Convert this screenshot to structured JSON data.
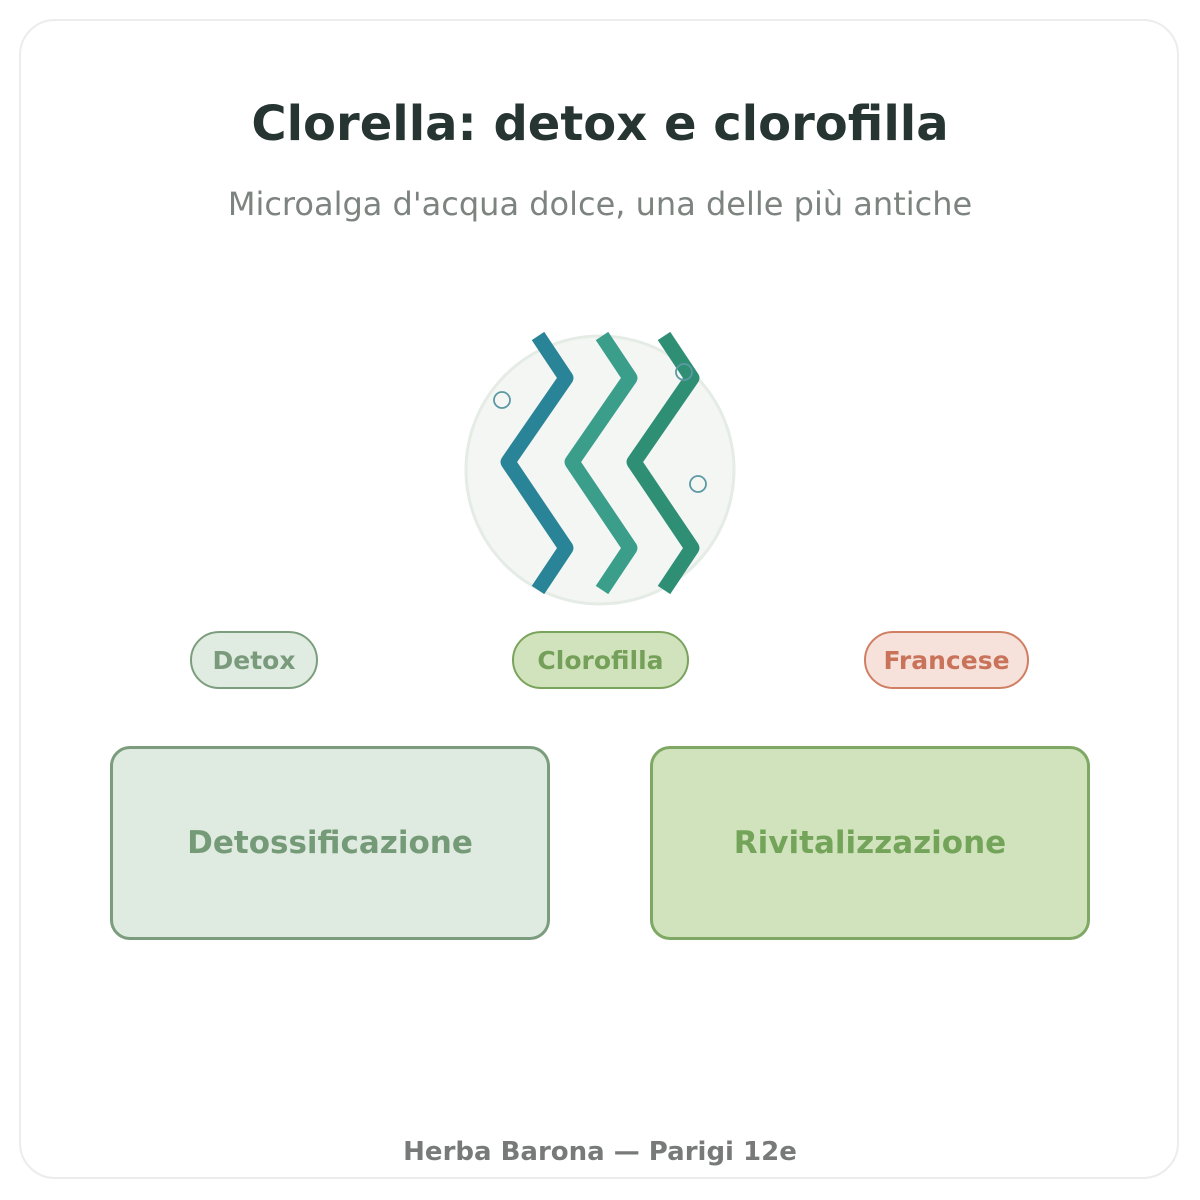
{
  "header": {
    "title": "Clorella: detox e clorofilla",
    "subtitle": "Microalga d'acqua dolce, una delle più antiche"
  },
  "emblem": {
    "icon": "chlorella-algae-wave-icon",
    "colors": {
      "circle_fill": "#f3f6f3",
      "circle_stroke": "#e5ebe5",
      "wave_1": "#2a8497",
      "wave_2": "#3a9e8a",
      "wave_3": "#2e8f74",
      "bubble": "#5b9aa3"
    }
  },
  "tags": [
    {
      "label": "Detox"
    },
    {
      "label": "Clorofilla"
    },
    {
      "label": "Francese"
    }
  ],
  "benefits": [
    {
      "label": "Detossificazione"
    },
    {
      "label": "Rivitalizzazione"
    }
  ],
  "footer": {
    "text": "Herba Barona — Parigi 12e"
  }
}
